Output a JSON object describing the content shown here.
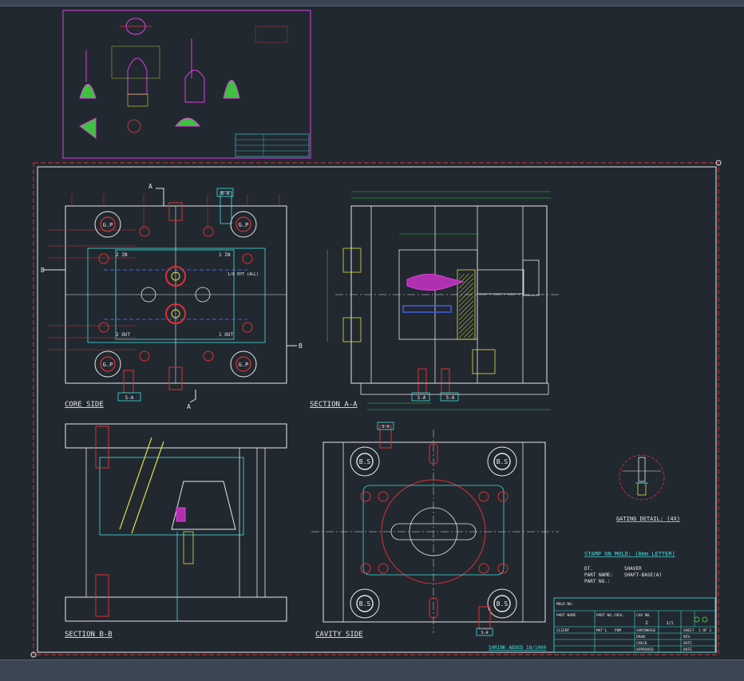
{
  "labels": {
    "core_side": "CORE SIDE",
    "section_aa": "SECTION A-A",
    "section_bb": "SECTION B-B",
    "cavity_side": "CAVITY SIDE",
    "gating_detail": "GATING DETAIL: (4X)",
    "stamp_title": "STAMP ON MOLD: (8mm LETTER)",
    "shrink": "SHRINK ADDED 18/1000"
  },
  "stamp_lines": [
    {
      "key": "DT.",
      "value": "SHAVER"
    },
    {
      "key": "PART NAME:",
      "value": "SHAFT-BASE(A)"
    },
    {
      "key": "PART NO.:",
      "value": ""
    }
  ],
  "core_marks": {
    "gp": "G.P",
    "in1": "1 IN",
    "in2": "2 IN",
    "out1": "1 OUT",
    "out2": "2 OUT",
    "sa": "S-A",
    "ba": "B-A",
    "a": "A",
    "b": "B",
    "ept": "1/8 EPT (ALL)"
  },
  "cavity_marks": {
    "bs": "B.S",
    "sa": "S-A"
  },
  "title_block": {
    "mold_no": "MOLD NO.",
    "part_name": "PART NAME",
    "part_no": "PART NO./REV.",
    "cav": "CAV NO.",
    "cav_value": "2",
    "scale": "1/1",
    "client": "CLIENT",
    "matl": "MAT'L",
    "matl_value": "POM",
    "shrinkage": "SHRINKAGE",
    "draw": "DRAW",
    "check": "CHECK",
    "approved": "APPROVED",
    "date": "DATE",
    "rev": "REV.",
    "sheet": "SHEET",
    "sheet_value": "1 OF 1"
  }
}
